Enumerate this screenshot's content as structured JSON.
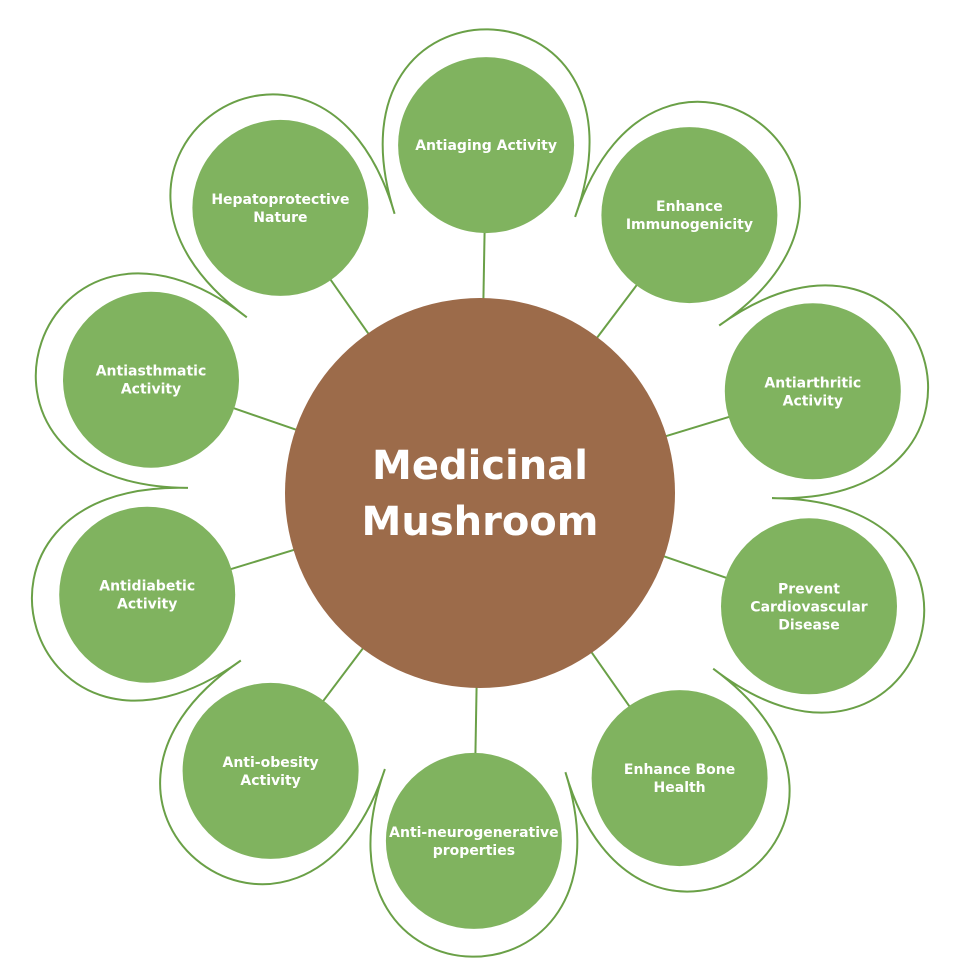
{
  "diagram": {
    "center": {
      "lines": [
        "Medicinal",
        "Mushroom"
      ],
      "color": "#9c6b4a"
    },
    "node_color": "#80b35f",
    "outline_color": "#6aa047",
    "nodes": [
      {
        "id": "antiaging",
        "lines": [
          "Antiaging Activity"
        ]
      },
      {
        "id": "enhance-immunogenicity",
        "lines": [
          "Enhance",
          "Immunogenicity"
        ]
      },
      {
        "id": "antiarthritic",
        "lines": [
          "Antiarthritic",
          "Activity"
        ]
      },
      {
        "id": "prevent-cardiovascular",
        "lines": [
          "Prevent",
          "Cardiovascular",
          "Disease"
        ]
      },
      {
        "id": "enhance-bone-health",
        "lines": [
          "Enhance Bone",
          "Health"
        ]
      },
      {
        "id": "anti-neurogenerative",
        "lines": [
          "Anti-neurogenerative",
          "properties"
        ]
      },
      {
        "id": "anti-obesity",
        "lines": [
          "Anti-obesity",
          "Activity"
        ]
      },
      {
        "id": "antidiabetic",
        "lines": [
          "Antidiabetic",
          "Activity"
        ]
      },
      {
        "id": "antiasthmatic",
        "lines": [
          "Antiasthmatic",
          "Activity"
        ]
      },
      {
        "id": "hepatoprotective",
        "lines": [
          "Hepatoprotective",
          "Nature"
        ]
      }
    ]
  }
}
